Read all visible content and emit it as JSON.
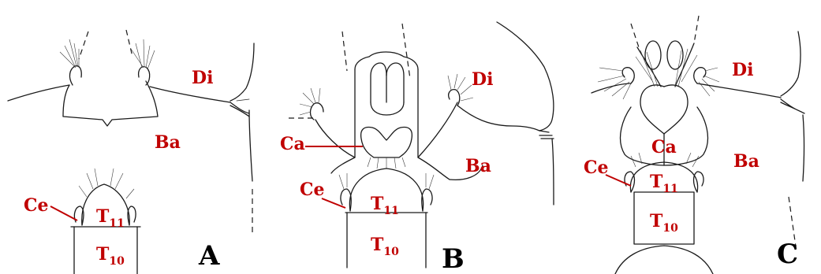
{
  "colors": {
    "label": "#c00000",
    "ink": "#1a1a1a",
    "panel_letter": "#000000"
  },
  "panels": [
    {
      "letter": "A",
      "labels": {
        "Di": "Di",
        "Ba": "Ba",
        "Ce": "Ce",
        "T11": "T",
        "T11_sub": "11",
        "T10": "T",
        "T10_sub": "10"
      }
    },
    {
      "letter": "B",
      "labels": {
        "Di": "Di",
        "Ba": "Ba",
        "Ca": "Ca",
        "Ce": "Ce",
        "T11": "T",
        "T11_sub": "11",
        "T10": "T",
        "T10_sub": "10"
      }
    },
    {
      "letter": "C",
      "labels": {
        "Di": "Di",
        "Ba": "Ba",
        "Ca": "Ca",
        "Ce": "Ce",
        "T11": "T",
        "T11_sub": "11",
        "T10": "T",
        "T10_sub": "10"
      }
    }
  ]
}
